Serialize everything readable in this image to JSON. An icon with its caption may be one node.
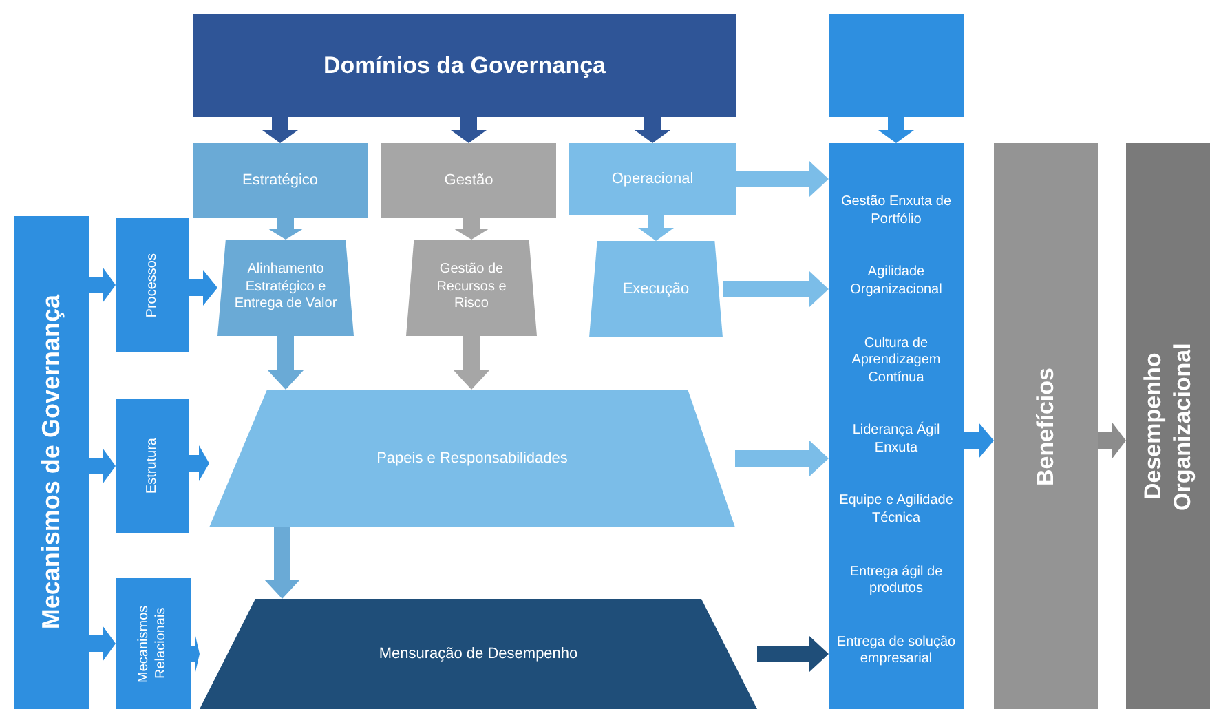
{
  "diagram": {
    "nodes": [
      {
        "text": [
          "Domínios da Governança"
        ]
      },
      {
        "text": [],
        "shape": "box"
      },
      {
        "text": [
          "Estratégico"
        ]
      },
      {
        "text": [
          "Gestão"
        ]
      },
      {
        "text": [
          "Operacional"
        ]
      },
      {
        "text": [
          "Gestão Enxuta de Portfólio",
          "Agilidade Organizacional",
          "Cultura de Aprendizagem Contínua",
          "Liderança Ágil Enxuta",
          "Equipe e Agilidade Técnica",
          "Entrega ágil de produtos",
          "Entrega de solução empresarial"
        ]
      },
      {
        "text": [
          "Benefícios"
        ]
      },
      {
        "text": [
          "Desempenho Organizacional"
        ]
      },
      {
        "text": [
          "Mecanismos de Governança"
        ]
      },
      {
        "text": [
          "Processos"
        ]
      },
      {
        "text": [
          "Alinhamento Estratégico e Entrega de Valor"
        ]
      },
      {
        "text": [
          "Gestão de Recursos e Risco"
        ]
      },
      {
        "text": [
          "Execução"
        ]
      },
      {
        "text": [
          "Estrutura"
        ]
      },
      {
        "text": [
          "Papeis e Responsabilidades"
        ]
      },
      {
        "text": [
          "Mecanismos Relacionais"
        ]
      },
      {
        "text": [
          "Mensuração de Desempenho"
        ]
      }
    ],
    "edges": [
      {
        "from": 0,
        "to": 2,
        "arrow": "to",
        "color": "#2f5597"
      },
      {
        "from": 0,
        "to": 3,
        "arrow": "to",
        "color": "#2f5597"
      },
      {
        "from": 0,
        "to": 4,
        "arrow": "to",
        "color": "#2f5597"
      },
      {
        "from": 1,
        "to": 5,
        "arrow": "to",
        "color": "#2e8fe0"
      },
      {
        "from": 2,
        "to": 10,
        "arrow": "to",
        "color": "#6aaad6"
      },
      {
        "from": 3,
        "to": 11,
        "arrow": "to",
        "color": "#a6a6a6"
      },
      {
        "from": 4,
        "to": 12,
        "arrow": "to",
        "color": "#7bbde8"
      },
      {
        "from": 4,
        "to": 5,
        "arrow": "to",
        "color": "#7bbde8"
      },
      {
        "from": 12,
        "to": 5,
        "arrow": "to",
        "color": "#7bbde8"
      },
      {
        "from": 10,
        "to": 14,
        "arrow": "to",
        "color": "#6aaad6"
      },
      {
        "from": 11,
        "to": 14,
        "arrow": "to",
        "color": "#a6a6a6"
      },
      {
        "from": 14,
        "to": 5,
        "arrow": "to",
        "color": "#7bbde8"
      },
      {
        "from": 14,
        "to": 16,
        "arrow": "to",
        "color": "#6aaad6"
      },
      {
        "from": 16,
        "to": 5,
        "arrow": "to",
        "color": "#1f4e79"
      },
      {
        "from": 5,
        "to": 6,
        "arrow": "to",
        "color": "#2e8fe0"
      },
      {
        "from": 6,
        "to": 7,
        "arrow": "to",
        "color": "#8c8c8c"
      },
      {
        "from": 8,
        "to": 9,
        "arrow": "to",
        "color": "#2e8fe0"
      },
      {
        "from": 8,
        "to": 13,
        "arrow": "to",
        "color": "#2e8fe0"
      },
      {
        "from": 8,
        "to": 15,
        "arrow": "to",
        "color": "#2e8fe0"
      },
      {
        "from": 9,
        "to": 10,
        "arrow": "to",
        "color": "#2e8fe0"
      },
      {
        "from": 13,
        "to": 14,
        "arrow": "to",
        "color": "#2e8fe0"
      },
      {
        "from": 15,
        "to": 16,
        "arrow": "to",
        "color": "#2e8fe0"
      }
    ]
  }
}
